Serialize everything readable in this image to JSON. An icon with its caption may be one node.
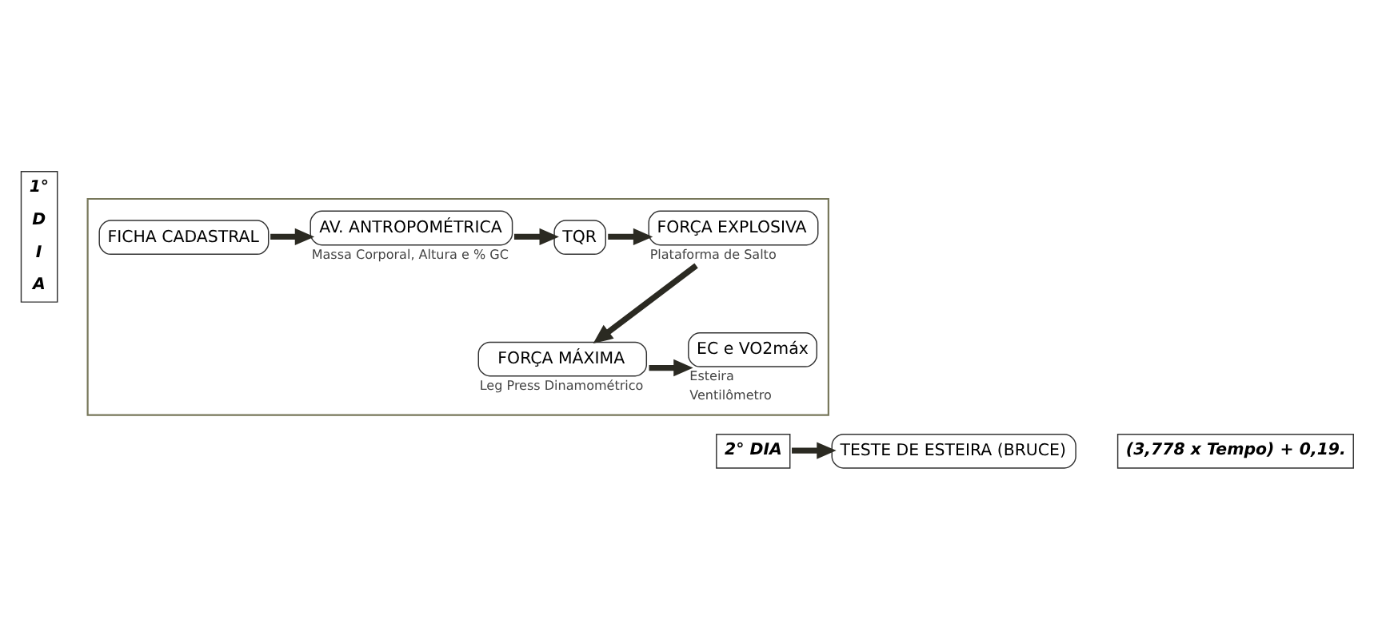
{
  "diagram": {
    "nodes": [
      {
        "text": [
          "1° D I A"
        ]
      },
      {
        "text": [],
        "shape": "box"
      },
      {
        "text": [
          "FICHA CADASTRAL"
        ],
        "in": 1
      },
      {
        "text": [
          "AV. ANTROPOMÉTRICA"
        ],
        "in": 1,
        "beside": [
          "Massa Corporal, Altura e % GC"
        ]
      },
      {
        "text": [
          "TQR"
        ],
        "in": 1
      },
      {
        "text": [
          "FORÇA EXPLOSIVA"
        ],
        "in": 1,
        "beside": [
          "Plataforma de Salto"
        ]
      },
      {
        "text": [
          "FORÇA MÁXIMA"
        ],
        "in": 1,
        "beside": [
          "Leg Press Dinamométrico"
        ]
      },
      {
        "text": [
          "EC e VO2máx"
        ],
        "in": 1,
        "beside": [
          "Esteira",
          "Ventilômetro"
        ]
      },
      {
        "text": [
          "2° DIA"
        ]
      },
      {
        "text": [
          "TESTE DE ESTEIRA (BRUCE)"
        ]
      },
      {
        "text": [
          "(3,778 x Tempo) + 0,19."
        ]
      }
    ],
    "edges": [
      {
        "from": 2,
        "to": 3,
        "arrow": "to"
      },
      {
        "from": 3,
        "to": 4,
        "arrow": "to"
      },
      {
        "from": 4,
        "to": 5,
        "arrow": "to"
      },
      {
        "from": 5,
        "to": 6,
        "arrow": "to"
      },
      {
        "from": 6,
        "to": 7,
        "arrow": "to"
      },
      {
        "from": 8,
        "to": 9,
        "arrow": "to"
      }
    ]
  }
}
